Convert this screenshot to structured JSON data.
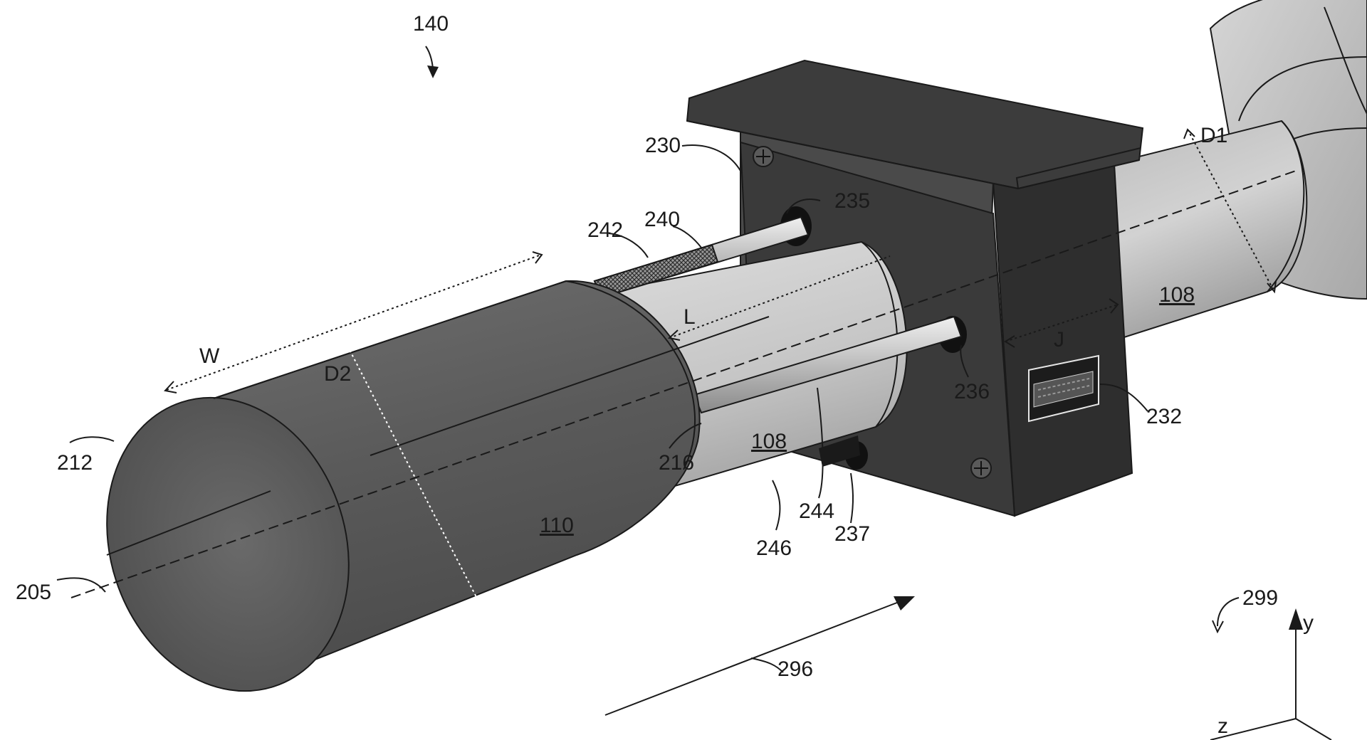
{
  "figure": {
    "labels": {
      "ref_140": "140",
      "ref_230": "230",
      "ref_235": "235",
      "ref_240": "240",
      "ref_242": "242",
      "ref_236": "236",
      "ref_232": "232",
      "ref_216": "216",
      "ref_212": "212",
      "ref_205": "205",
      "ref_244": "244",
      "ref_246": "246",
      "ref_237": "237",
      "ref_296": "296",
      "ref_299": "299",
      "ref_108_pipe": "108",
      "ref_108_inner": "108",
      "ref_110": "110",
      "dim_D1": "D1",
      "dim_D2": "D2",
      "dim_W": "W",
      "dim_L": "L",
      "dim_J": "J",
      "axis_y": "y",
      "axis_z": "z"
    }
  }
}
